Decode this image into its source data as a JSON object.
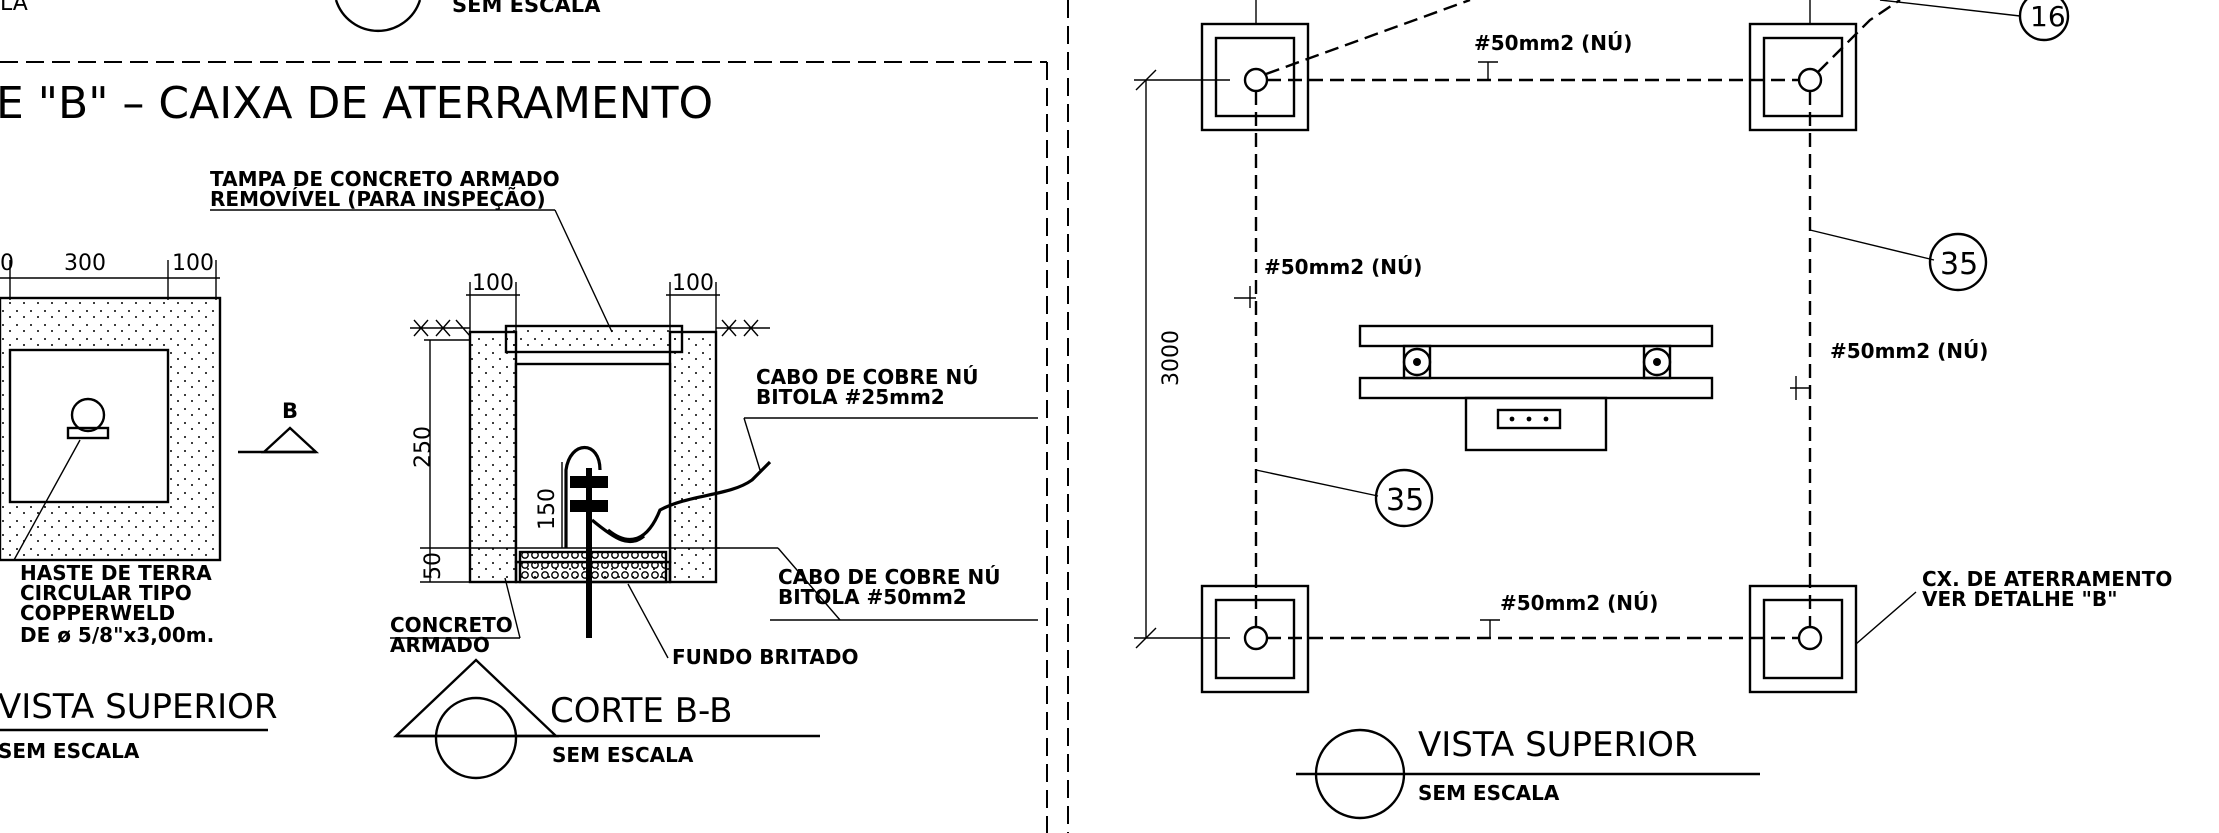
{
  "top_left": {
    "label_fragment": "LA",
    "scale": "SEM ESCALA"
  },
  "detail_b": {
    "title": "E \"B\" – CAIXA DE ATERRAMENTO",
    "plan_view": {
      "dim_left": "0",
      "dim_mid": "300",
      "dim_right": "100",
      "section_mark": "B",
      "rod_note": [
        "HASTE DE TERRA",
        "CIRCULAR TIPO",
        "COPPERWELD",
        "DE ø 5/8\"x3,00m."
      ],
      "view_title": "VISTA SUPERIOR",
      "view_scale": "SEM ESCALA"
    },
    "section_view": {
      "lid_note": [
        "TAMPA DE CONCRETO ARMADO",
        "REMOVÍVEL (PARA INSPEÇÃO)"
      ],
      "dim_left": "100",
      "dim_right": "100",
      "dim_height": "250",
      "dim_inner": "150",
      "dim_bottom": "50",
      "cable_top_note": [
        "CABO DE COBRE NÚ",
        "BITOLA #25mm2"
      ],
      "cable_bottom_note": [
        "CABO DE COBRE NÚ",
        "BITOLA #50mm2"
      ],
      "concrete_note": [
        "CONCRETO",
        "ARMADO"
      ],
      "gravel_note": "FUNDO BRITADO",
      "view_title": "CORTE B-B",
      "view_scale": "SEM ESCALA"
    }
  },
  "grounding_plan": {
    "dim_vertical": "3000",
    "cable_labels": {
      "top": "#50mm2 (NÚ)",
      "left": "#50mm2 (NÚ)",
      "right": "#50mm2 (NÚ)",
      "bottom": "#50mm2 (NÚ)"
    },
    "callout_16": "16",
    "callout_35_right": "35",
    "callout_35_left": "35",
    "box_note": [
      "CX. DE ATERRAMENTO",
      "VER DETALHE \"B\""
    ],
    "view_title": "VISTA SUPERIOR",
    "view_scale": "SEM ESCALA"
  }
}
